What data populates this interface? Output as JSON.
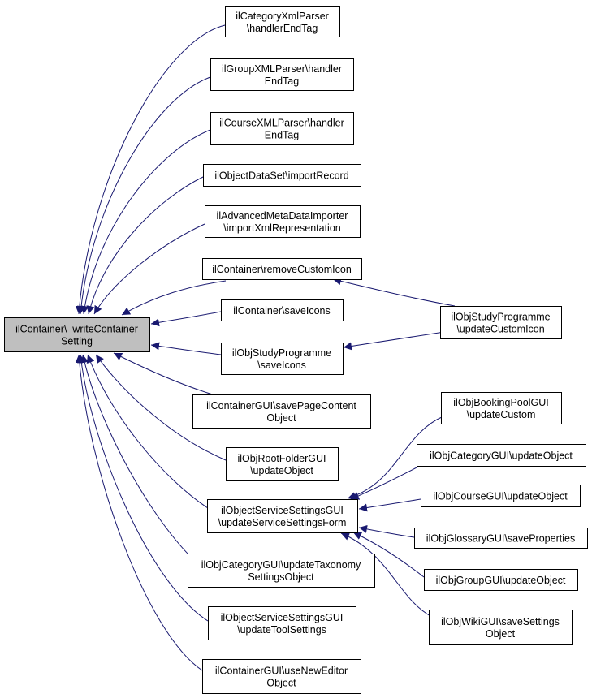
{
  "diagram": {
    "colors": {
      "edge": "#191970",
      "node_border": "#000000",
      "node_fill": "#ffffff",
      "focus_fill": "#bfbfbf"
    },
    "nodes": [
      {
        "id": "focus",
        "lines": [
          "ilContainer\\_writeContainer",
          "Setting"
        ],
        "focus": true
      },
      {
        "id": "n1",
        "lines": [
          "ilCategoryXmlParser",
          "\\handlerEndTag"
        ]
      },
      {
        "id": "n2",
        "lines": [
          "ilGroupXMLParser\\handler",
          "EndTag"
        ]
      },
      {
        "id": "n3",
        "lines": [
          "ilCourseXMLParser\\handler",
          "EndTag"
        ]
      },
      {
        "id": "n4",
        "lines": [
          "ilObjectDataSet\\importRecord"
        ]
      },
      {
        "id": "n5",
        "lines": [
          "ilAdvancedMetaDataImporter",
          "\\importXmlRepresentation"
        ]
      },
      {
        "id": "n6",
        "lines": [
          "ilContainer\\removeCustomIcon"
        ]
      },
      {
        "id": "n7",
        "lines": [
          "ilContainer\\saveIcons"
        ]
      },
      {
        "id": "n8",
        "lines": [
          "ilObjStudyProgramme",
          "\\saveIcons"
        ]
      },
      {
        "id": "n9",
        "lines": [
          "ilContainerGUI\\savePageContent",
          "Object"
        ]
      },
      {
        "id": "n10",
        "lines": [
          "ilObjRootFolderGUI",
          "\\updateObject"
        ]
      },
      {
        "id": "n11",
        "lines": [
          "ilObjectServiceSettingsGUI",
          "\\updateServiceSettingsForm"
        ]
      },
      {
        "id": "n12",
        "lines": [
          "ilObjCategoryGUI\\updateTaxonomy",
          "SettingsObject"
        ]
      },
      {
        "id": "n13",
        "lines": [
          "ilObjectServiceSettingsGUI",
          "\\updateToolSettings"
        ]
      },
      {
        "id": "n14",
        "lines": [
          "ilContainerGUI\\useNewEditor",
          "Object"
        ]
      },
      {
        "id": "r1",
        "lines": [
          "ilObjStudyProgramme",
          "\\updateCustomIcon"
        ]
      },
      {
        "id": "r2",
        "lines": [
          "ilObjBookingPoolGUI",
          "\\updateCustom"
        ]
      },
      {
        "id": "r3",
        "lines": [
          "ilObjCategoryGUI\\updateObject"
        ]
      },
      {
        "id": "r4",
        "lines": [
          "ilObjCourseGUI\\updateObject"
        ]
      },
      {
        "id": "r5",
        "lines": [
          "ilObjGlossaryGUI\\saveProperties"
        ]
      },
      {
        "id": "r6",
        "lines": [
          "ilObjGroupGUI\\updateObject"
        ]
      },
      {
        "id": "r7",
        "lines": [
          "ilObjWikiGUI\\saveSettings",
          "Object"
        ]
      }
    ],
    "edges": [
      {
        "from": "n1",
        "to": "focus"
      },
      {
        "from": "n2",
        "to": "focus"
      },
      {
        "from": "n3",
        "to": "focus"
      },
      {
        "from": "n4",
        "to": "focus"
      },
      {
        "from": "n5",
        "to": "focus"
      },
      {
        "from": "n6",
        "to": "focus"
      },
      {
        "from": "n7",
        "to": "focus"
      },
      {
        "from": "n8",
        "to": "focus"
      },
      {
        "from": "n9",
        "to": "focus"
      },
      {
        "from": "n10",
        "to": "focus"
      },
      {
        "from": "n11",
        "to": "focus"
      },
      {
        "from": "n12",
        "to": "focus"
      },
      {
        "from": "n13",
        "to": "focus"
      },
      {
        "from": "n14",
        "to": "focus"
      },
      {
        "from": "r1",
        "to": "n6"
      },
      {
        "from": "r1",
        "to": "n8"
      },
      {
        "from": "r2",
        "to": "n11"
      },
      {
        "from": "r3",
        "to": "n11"
      },
      {
        "from": "r4",
        "to": "n11"
      },
      {
        "from": "r5",
        "to": "n11"
      },
      {
        "from": "r6",
        "to": "n11"
      },
      {
        "from": "r7",
        "to": "n11"
      }
    ]
  }
}
